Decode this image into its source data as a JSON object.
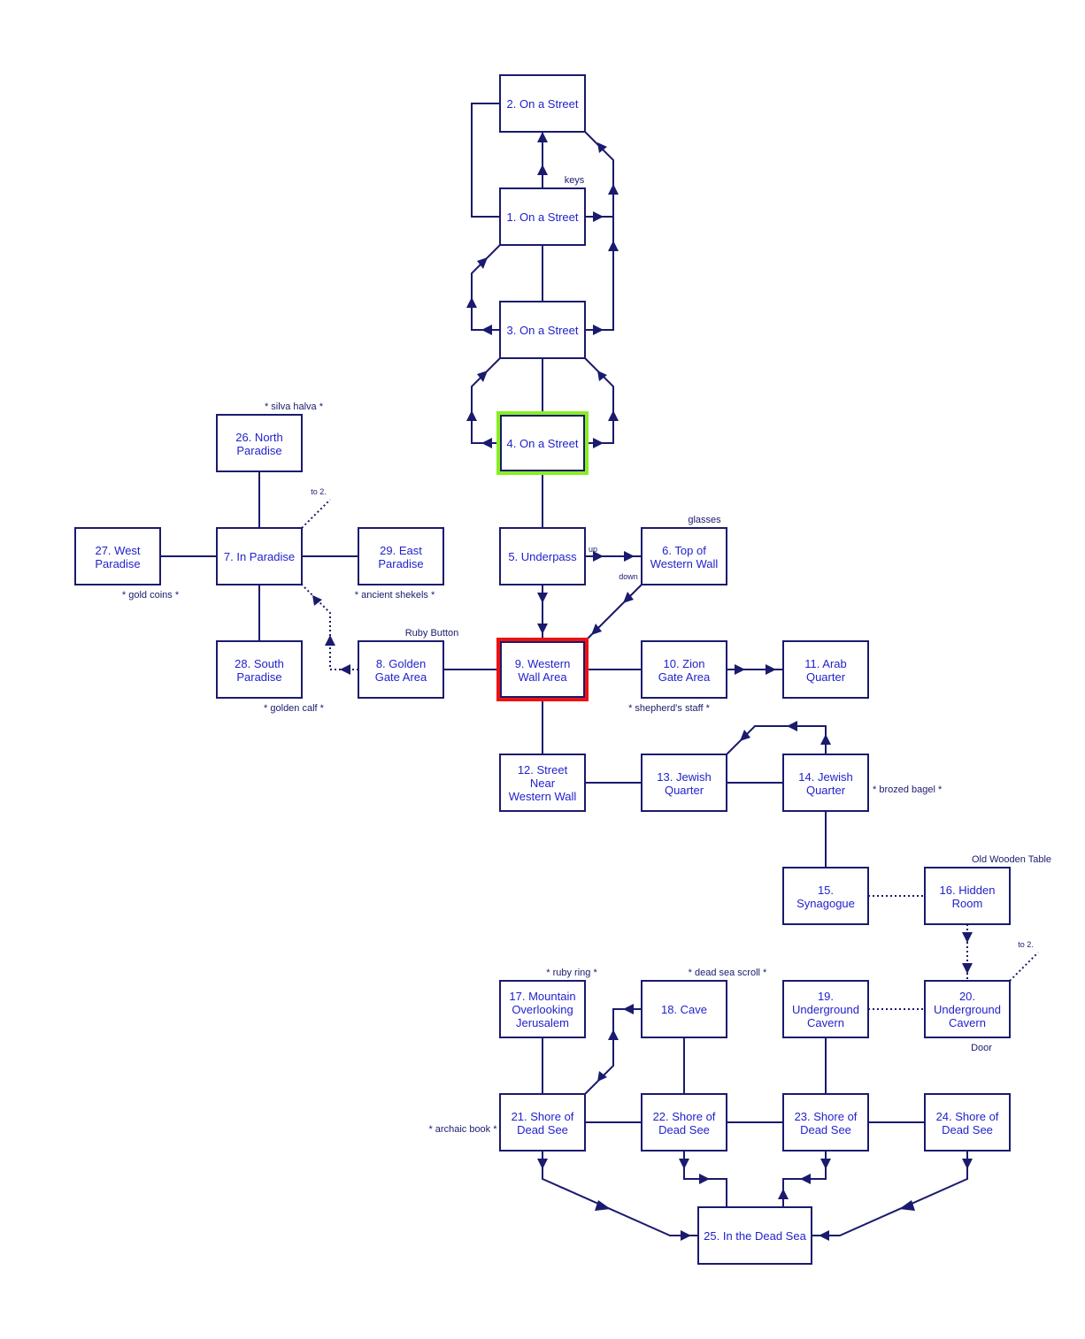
{
  "rooms": {
    "r1": [
      "1. On a Street"
    ],
    "r2": [
      "2. On a Street"
    ],
    "r3": [
      "3. On a Street"
    ],
    "r4": [
      "4. On a Street"
    ],
    "r5": [
      "5. Underpass"
    ],
    "r6": [
      "6. Top of",
      "Western Wall"
    ],
    "r7": [
      "7. In Paradise"
    ],
    "r8": [
      "8. Golden",
      "Gate Area"
    ],
    "r9": [
      "9. Western",
      "Wall Area"
    ],
    "r10": [
      "10. Zion",
      "Gate Area"
    ],
    "r11": [
      "11. Arab",
      "Quarter"
    ],
    "r12": [
      "12. Street",
      "Near",
      "Western Wall"
    ],
    "r13": [
      "13. Jewish",
      "Quarter"
    ],
    "r14": [
      "14. Jewish",
      "Quarter"
    ],
    "r15": [
      "15.",
      "Synagogue"
    ],
    "r16": [
      "16. Hidden",
      "Room"
    ],
    "r17": [
      "17. Mountain",
      "Overlooking",
      "Jerusalem"
    ],
    "r18": [
      "18. Cave"
    ],
    "r19": [
      "19.",
      "Underground",
      "Cavern"
    ],
    "r20": [
      "20.",
      "Underground",
      "Cavern"
    ],
    "r21": [
      "21. Shore of",
      "Dead See"
    ],
    "r22": [
      "22. Shore of",
      "Dead See"
    ],
    "r23": [
      "23. Shore of",
      "Dead See"
    ],
    "r24": [
      "24. Shore of",
      "Dead See"
    ],
    "r25": [
      "25. In the Dead Sea"
    ],
    "r26": [
      "26. North",
      "Paradise"
    ],
    "r27": [
      "27. West",
      "Paradise"
    ],
    "r28": [
      "28. South",
      "Paradise"
    ],
    "r29": [
      "29. East",
      "Paradise"
    ]
  },
  "notes": {
    "keys": "keys",
    "glasses": "glasses",
    "up": "up",
    "down": "down",
    "silva_halva": "* silva  halva *",
    "to2_a": "to 2.",
    "gold_coins": "* gold coins *",
    "ancient_shekels": "* ancient shekels *",
    "ruby_button": "Ruby Button",
    "golden_calf": "* golden calf *",
    "shepherds_staff": "* shepherd's staff *",
    "brozed_bagel": "* brozed bagel *",
    "old_wooden_table": "Old Wooden Table",
    "to2_b": "to 2.",
    "door": "Door",
    "ruby_ring": "* ruby ring *",
    "dead_sea_scroll": "* dead sea scroll *",
    "archaic_book": "* archaic book *"
  },
  "colors": {
    "line": "#1a1a6e",
    "text": "#2222cc",
    "start": "#88ee22",
    "end": "#ee1111"
  }
}
